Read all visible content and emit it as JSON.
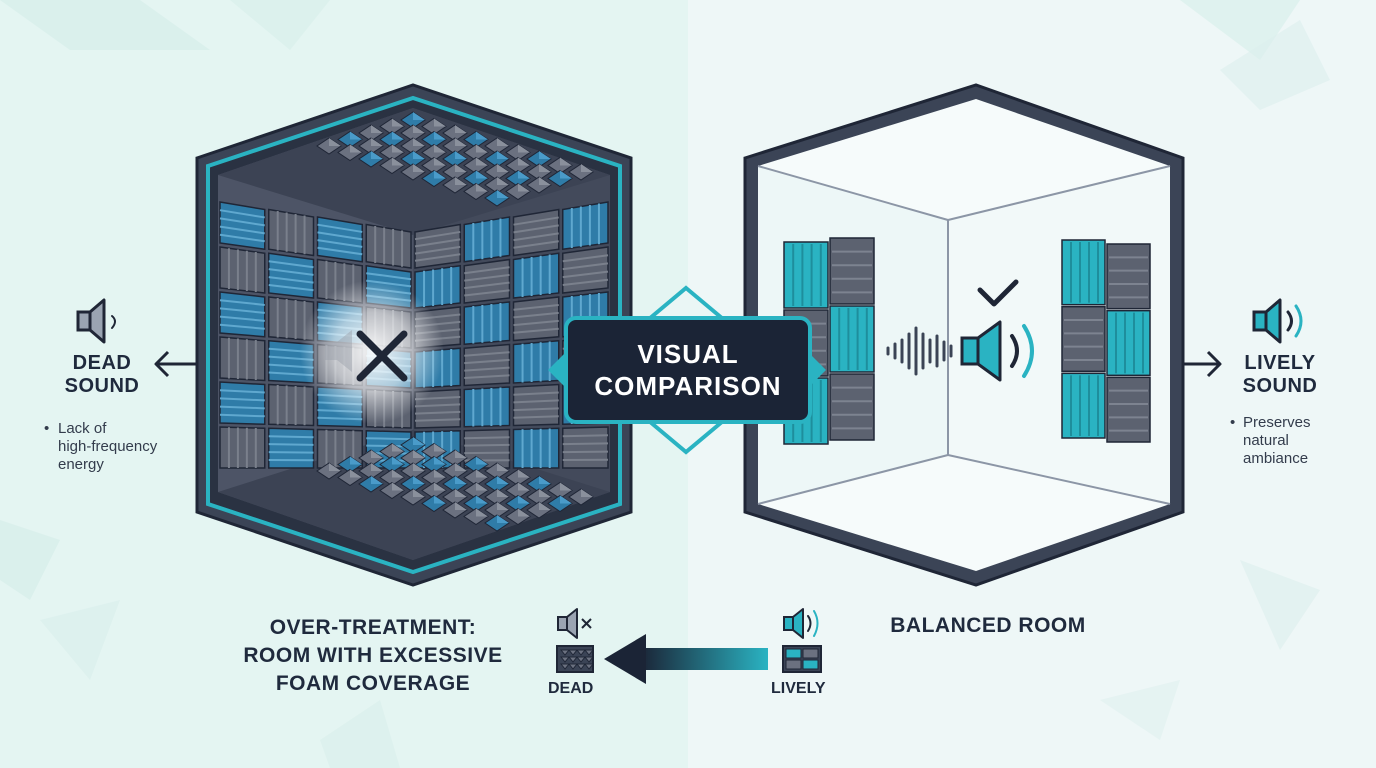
{
  "badge": {
    "line1": "VISUAL",
    "line2": "COMPARISON"
  },
  "left_side": {
    "title_line1": "DEAD",
    "title_line2": "SOUND",
    "note_bullet": "•",
    "note_line1": "Lack of",
    "note_line2": "high-frequency",
    "note_line3": "energy"
  },
  "right_side": {
    "title_line1": "LIVELY",
    "title_line2": "SOUND",
    "note_bullet": "•",
    "note_line1": "Preserves",
    "note_line2": "natural",
    "note_line3": "ambiance"
  },
  "captions": {
    "over_treatment_line1": "OVER-TREATMENT:",
    "over_treatment_line2": "ROOM WITH EXCESSIVE",
    "over_treatment_line3": "FOAM COVERAGE",
    "balanced": "BALANCED ROOM"
  },
  "legend": {
    "dead_label": "DEAD",
    "lively_label": "LIVELY"
  },
  "colors": {
    "dark": "#2b3446",
    "teal": "#2ab3c2",
    "blue": "#2f7ca8",
    "foam_gray": "#5c6270",
    "background": "#eef7f6"
  },
  "icons": [
    "speaker-low-icon",
    "speaker-high-icon",
    "x-mark-icon",
    "checkmark-icon",
    "sound-wave-icon",
    "arrow-left-icon",
    "arrow-right-icon",
    "speaker-muted-icon",
    "foam-tile-icon"
  ]
}
